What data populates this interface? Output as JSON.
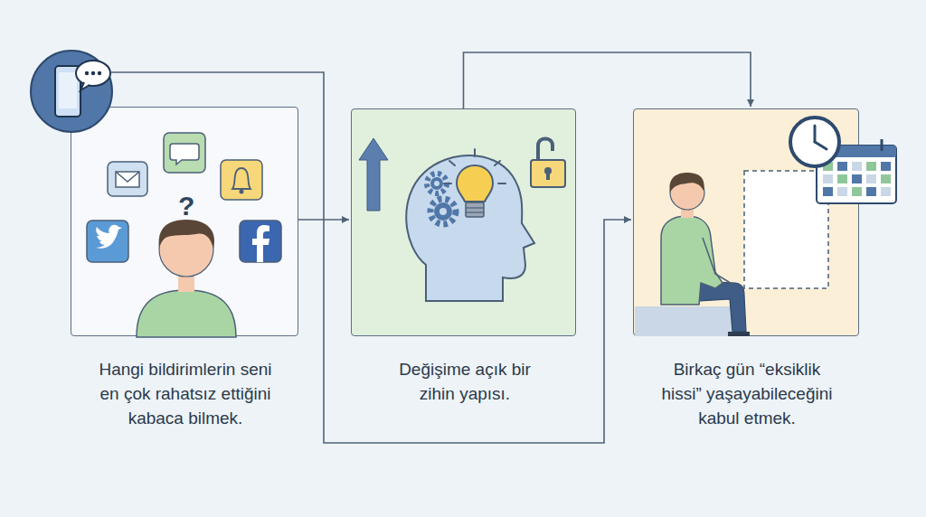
{
  "diagram": {
    "nodes": [
      {
        "text": [
          "Hangi bildirimlerin seni en çok rahatsız ettiğini kabaca bilmek."
        ]
      },
      {
        "text": [
          "Değişime açık bir zihin yapısı."
        ]
      },
      {
        "text": [
          "Birkaç gün “eksiklik hissi” yaşayabileceğini kabul etmek."
        ]
      }
    ],
    "edges": [
      {
        "from": 0,
        "to": 1,
        "arrow": "to"
      },
      {
        "from": 1,
        "to": 2,
        "arrow": "to"
      },
      {
        "from": 0,
        "to": 2,
        "arrow": "to"
      }
    ],
    "labels": [
      "?"
    ]
  }
}
